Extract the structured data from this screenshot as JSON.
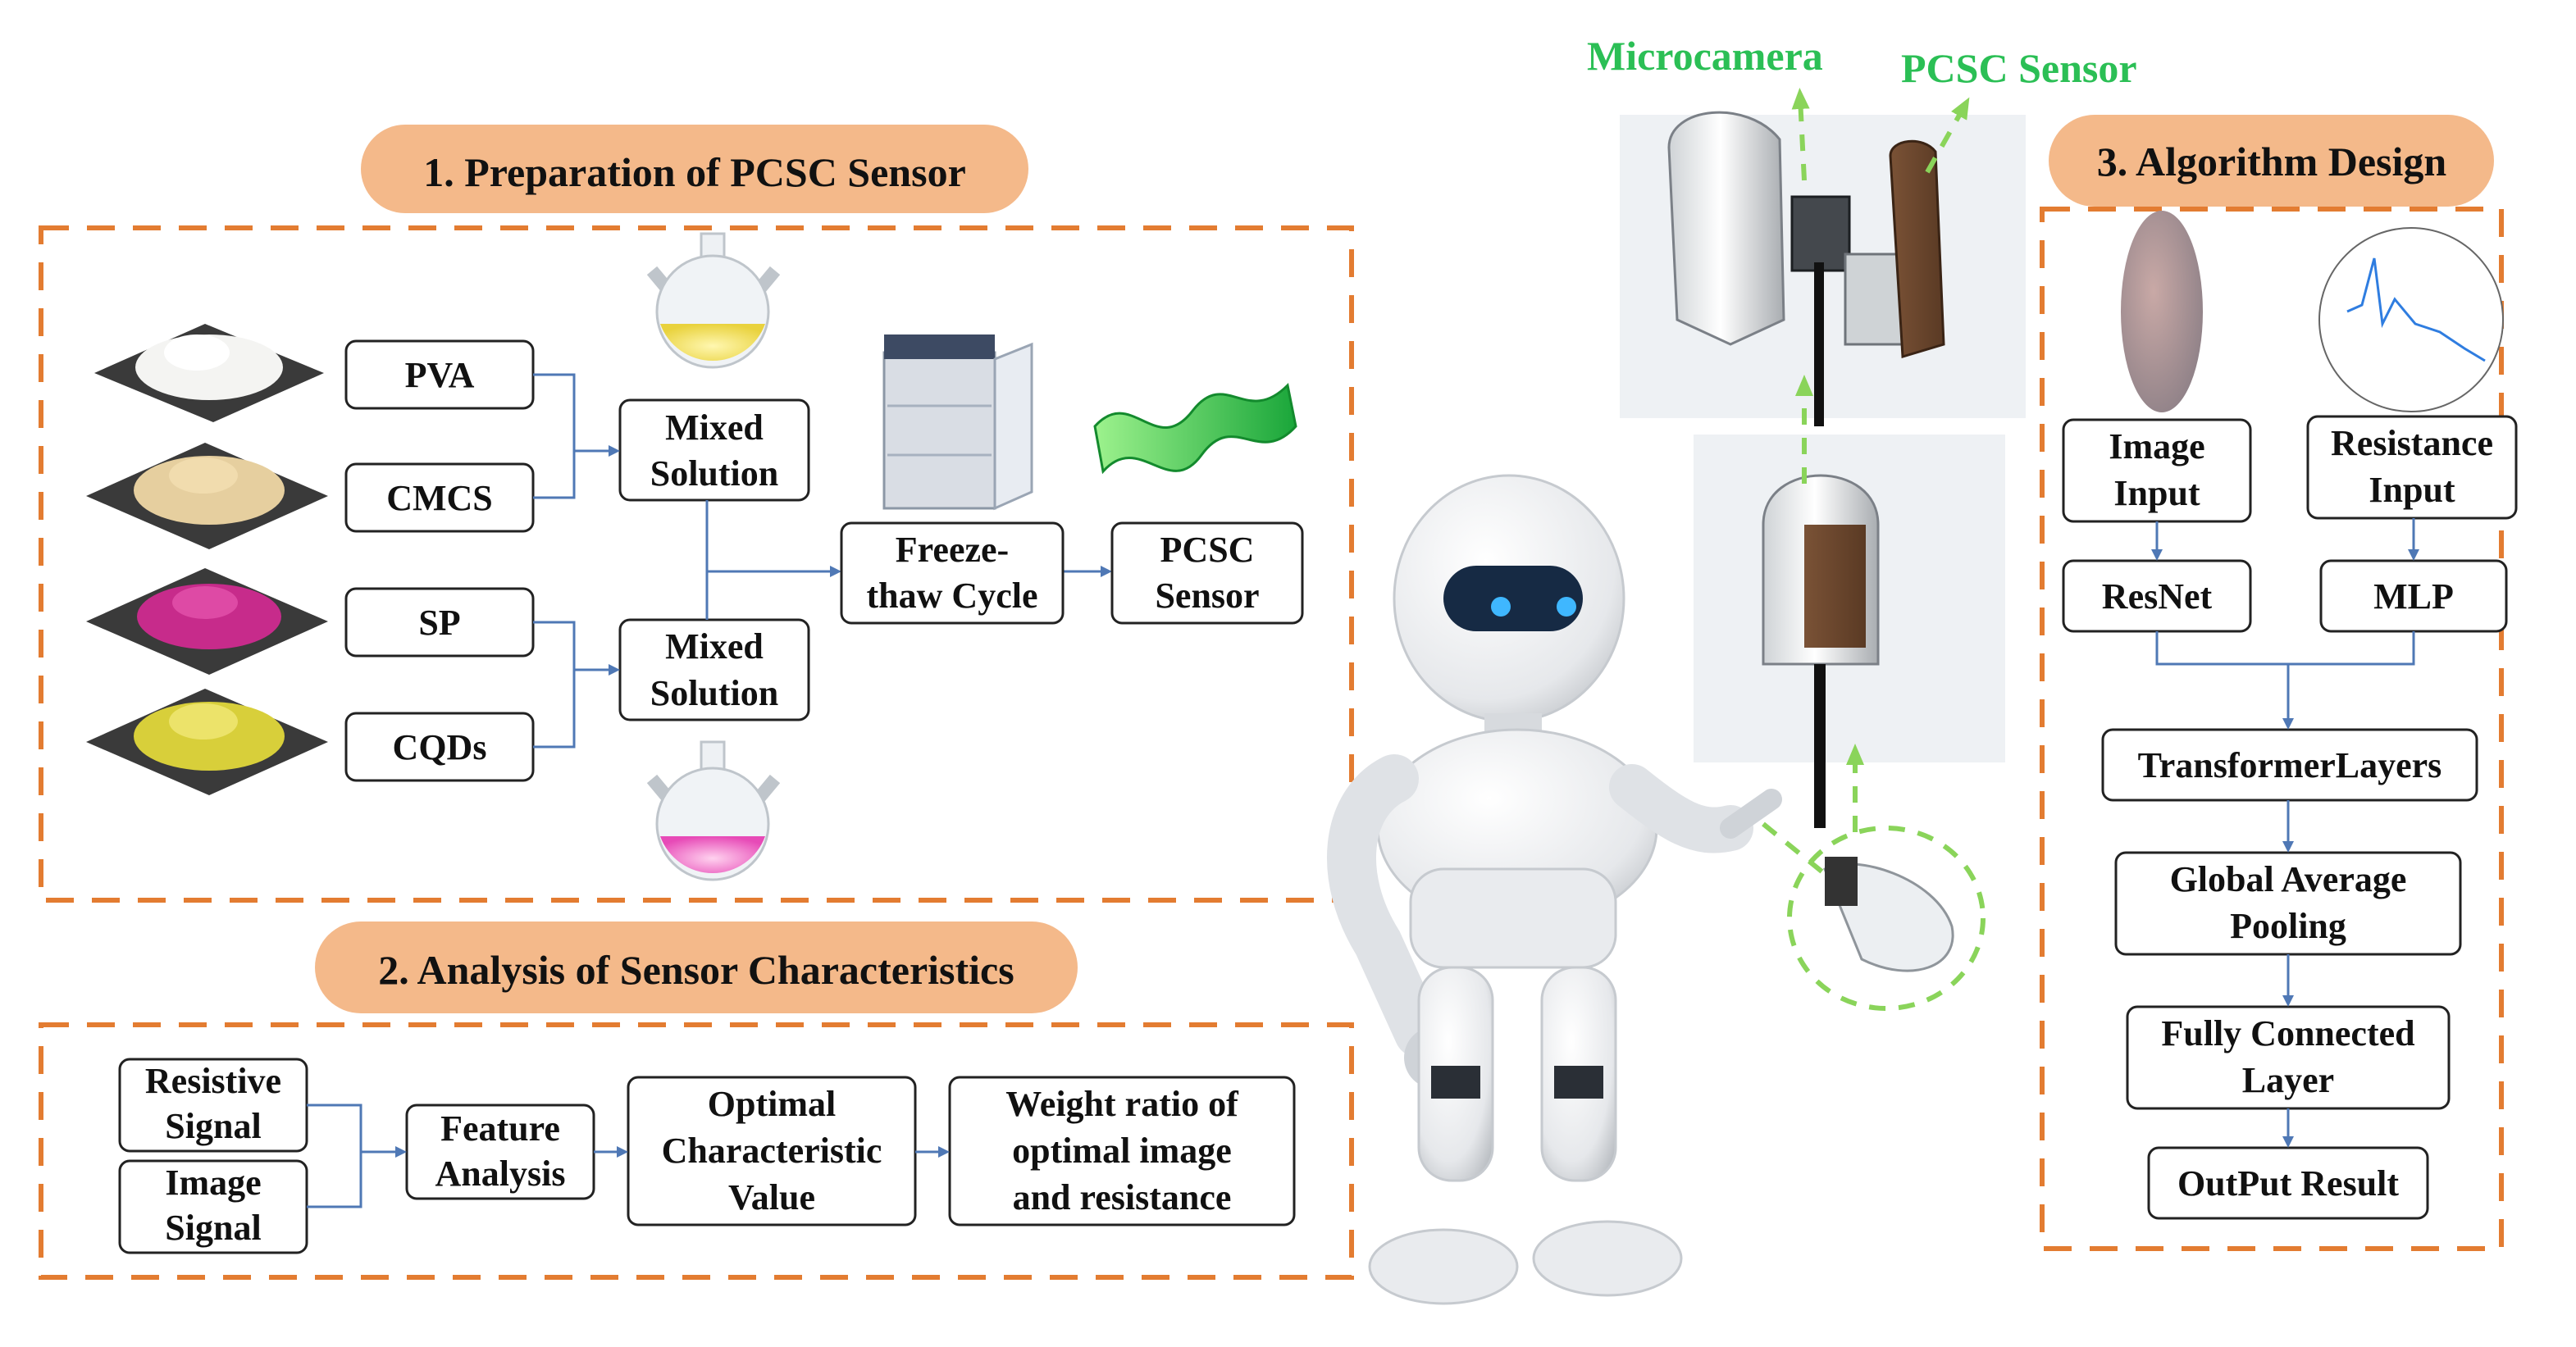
{
  "section1": {
    "title": "1. Preparation of PCSC Sensor",
    "materials": [
      "PVA",
      "CMCS",
      "SP",
      "CQDs"
    ],
    "mixed_top": [
      "Mixed",
      "Solution"
    ],
    "mixed_bottom": [
      "Mixed",
      "Solution"
    ],
    "freeze": [
      "Freeze-",
      "thaw Cycle"
    ],
    "sensor": [
      "PCSC",
      "Sensor"
    ]
  },
  "section2": {
    "title": "2. Analysis of Sensor Characteristics",
    "resistive": [
      "Resistive",
      "Signal"
    ],
    "image": [
      "Image",
      "Signal"
    ],
    "feature": [
      "Feature",
      "Analysis"
    ],
    "optimal": [
      "Optimal",
      "Characteristic",
      "Value"
    ],
    "weight": [
      "Weight ratio of",
      "optimal image",
      "and resistance"
    ]
  },
  "device": {
    "microcamera": "Microcamera",
    "pcsc": "PCSC Sensor"
  },
  "section3": {
    "title": "3. Algorithm Design",
    "image_input": [
      "Image",
      "Input"
    ],
    "resistance_input": [
      "Resistance",
      "Input"
    ],
    "resnet": "ResNet",
    "mlp": "MLP",
    "transformer": "TransformerLayers",
    "gap": [
      "Global Average",
      "Pooling"
    ],
    "fc": [
      "Fully Connected",
      "Layer"
    ],
    "output": "OutPut Result"
  },
  "colors": {
    "accent_orange": "#e37c31",
    "title_pill": "#f4b98a",
    "connector_blue": "#4f78b5",
    "device_green": "#2bbf55"
  }
}
